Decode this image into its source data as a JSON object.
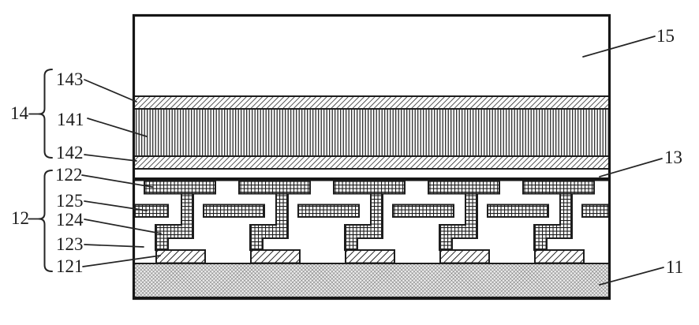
{
  "figure": {
    "kind": "patent-layer-cross-section-diagram"
  },
  "labels": {
    "l15": "15",
    "l13": "13",
    "l11": "11",
    "l14": "14",
    "l12": "12",
    "l143": "143",
    "l141": "141",
    "l142": "142",
    "l122": "122",
    "l125": "125",
    "l124": "124",
    "l123": "123",
    "l121": "121"
  },
  "colors": {
    "line": "#1d1d1d",
    "text": "#1c1c1c",
    "background": "#ffffff"
  }
}
